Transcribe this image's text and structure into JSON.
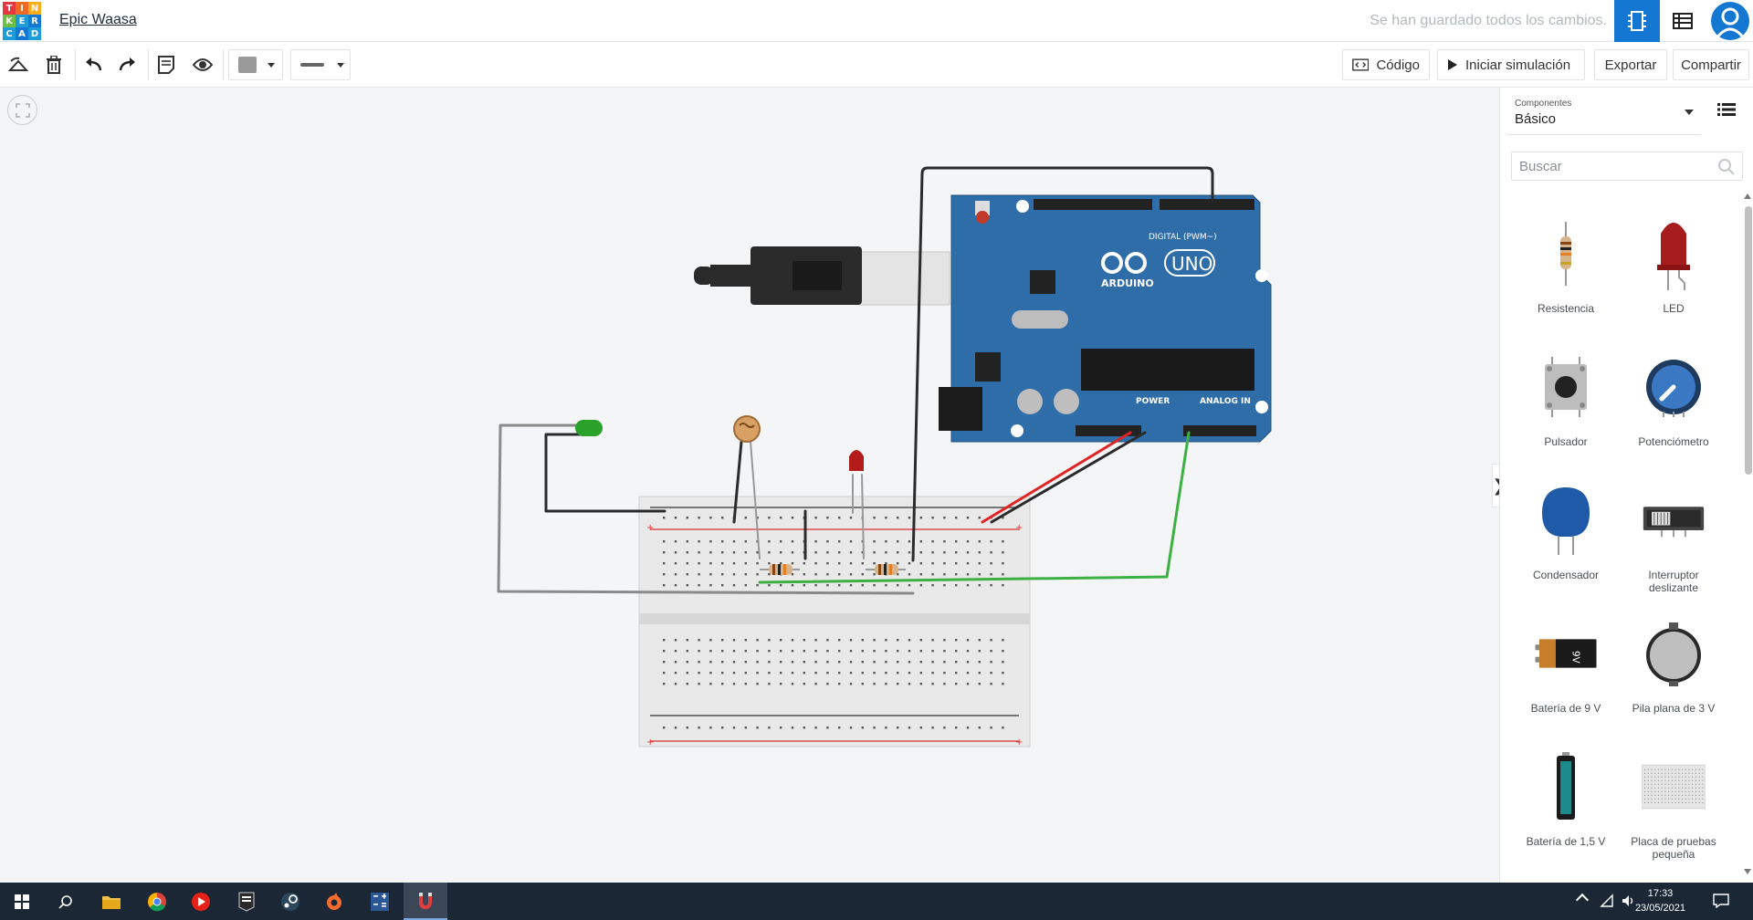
{
  "logo": {
    "letters": [
      "T",
      "I",
      "N",
      "K",
      "E",
      "R",
      "C",
      "A",
      "D"
    ],
    "colors": [
      "#e5373f",
      "#f06a25",
      "#fbae17",
      "#6cbe45",
      "#1b9dd9",
      "#1477d2",
      "#1b9dd9",
      "#1477d2",
      "#1b9dd9"
    ]
  },
  "header": {
    "project_title": "Epic Waasa",
    "save_status": "Se han guardado todos los cambios."
  },
  "toolbar": {
    "code_label": "Código",
    "simulate_label": "Iniciar simulación",
    "export_label": "Exportar",
    "share_label": "Compartir"
  },
  "panel": {
    "components_label": "Componentes",
    "components_value": "Básico",
    "search_placeholder": "Buscar",
    "items": [
      {
        "name": "Resistencia",
        "icon": "resistor-icon"
      },
      {
        "name": "LED",
        "icon": "led-icon"
      },
      {
        "name": "Pulsador",
        "icon": "pushbutton-icon"
      },
      {
        "name": "Potenciómetro",
        "icon": "potentiometer-icon"
      },
      {
        "name": "Condensador",
        "icon": "capacitor-icon"
      },
      {
        "name": "Interruptor deslizante",
        "icon": "slide-switch-icon"
      },
      {
        "name": "Batería de 9 V",
        "icon": "battery-9v-icon"
      },
      {
        "name": "Pila plana de 3 V",
        "icon": "coin-cell-icon"
      },
      {
        "name": "Batería de 1,5 V",
        "icon": "battery-aa-icon"
      },
      {
        "name": "Placa de pruebas pequeña",
        "icon": "breadboard-small-icon"
      }
    ]
  },
  "circuit": {
    "board_text": "ARDUINO",
    "board_model": "UNO",
    "digital_label": "DIGITAL (PWM~)",
    "power_label": "POWER",
    "analog_label": "ANALOG IN",
    "colors": {
      "board": "#2f6da8",
      "wire_red": "#e02424",
      "wire_black": "#2b2b2b",
      "wire_green": "#3cb043",
      "wire_gray": "#8a8a8a",
      "led_green": "#2aa12a",
      "led_red": "#b31b1b"
    }
  },
  "taskbar": {
    "time": "17:33",
    "date": "23/05/2021"
  }
}
